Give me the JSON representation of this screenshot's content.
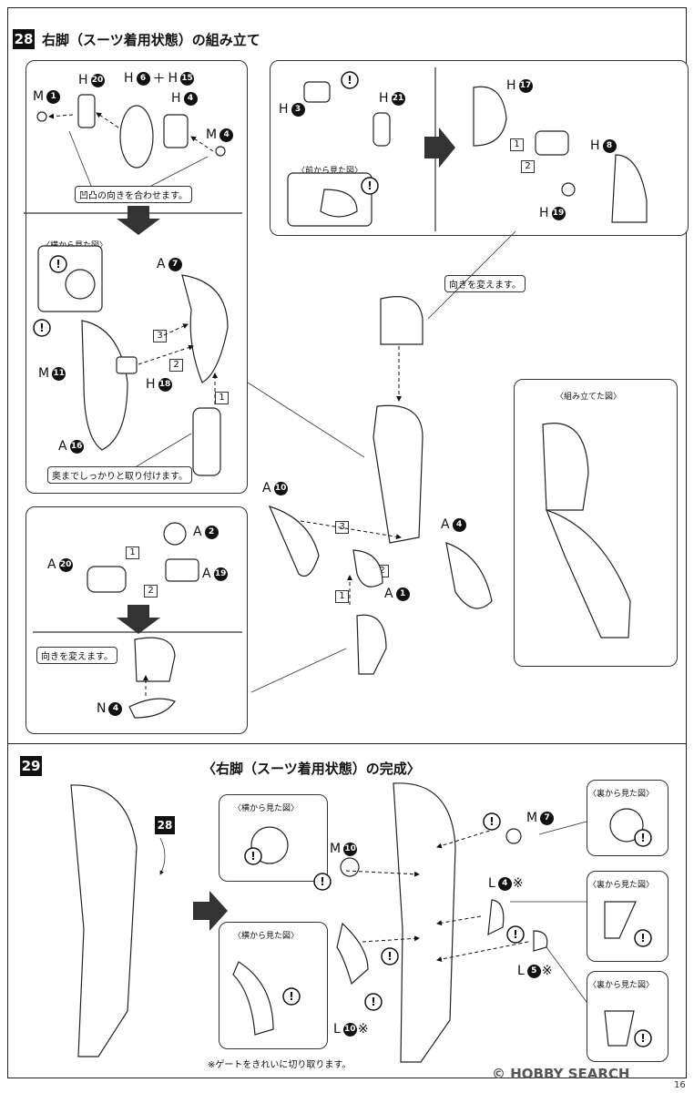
{
  "step28": {
    "number": "28",
    "title": "右脚（スーツ着用状態）の組み立て",
    "notes": {
      "align_notch": "凹凸の向きを合わせます。",
      "attach_fully": "奥までしっかりと取り付けます。",
      "change_direction_top": "向きを変えます。",
      "change_direction_bottom": "向きを変えます。"
    },
    "view_labels": {
      "side_view": "〈横から見た図〉",
      "front_view": "〈前から見た図〉",
      "assembled_view": "〈組み立てた図〉"
    },
    "parts": [
      {
        "letter": "M",
        "num": "1"
      },
      {
        "letter": "H",
        "num": "20"
      },
      {
        "letter": "H",
        "num": "6",
        "plus_letter": "H",
        "plus_num": "15"
      },
      {
        "letter": "H",
        "num": "4"
      },
      {
        "letter": "M",
        "num": "4"
      },
      {
        "letter": "H",
        "num": "3"
      },
      {
        "letter": "H",
        "num": "21"
      },
      {
        "letter": "H",
        "num": "17"
      },
      {
        "letter": "H",
        "num": "8"
      },
      {
        "letter": "H",
        "num": "19"
      },
      {
        "letter": "A",
        "num": "7"
      },
      {
        "letter": "M",
        "num": "11"
      },
      {
        "letter": "H",
        "num": "18"
      },
      {
        "letter": "A",
        "num": "16"
      },
      {
        "letter": "A",
        "num": "10"
      },
      {
        "letter": "A",
        "num": "4"
      },
      {
        "letter": "A",
        "num": "1"
      },
      {
        "letter": "A",
        "num": "2"
      },
      {
        "letter": "A",
        "num": "20"
      },
      {
        "letter": "A",
        "num": "19"
      },
      {
        "letter": "N",
        "num": "4"
      }
    ],
    "order_steps": [
      "1",
      "2",
      "3"
    ]
  },
  "step29": {
    "number": "29",
    "title": "〈右脚（スーツ着用状態）の完成〉",
    "ref_badge": "28",
    "view_labels": {
      "side_view_1": "〈横から見た図〉",
      "side_view_2": "〈横から見た図〉",
      "back_view_1": "〈裏から見た図〉",
      "back_view_2": "〈裏から見た図〉",
      "back_view_3": "〈裏から見た図〉"
    },
    "parts": [
      {
        "letter": "M",
        "num": "7"
      },
      {
        "letter": "M",
        "num": "10"
      },
      {
        "letter": "L",
        "num": "4",
        "mark": "※"
      },
      {
        "letter": "L",
        "num": "5",
        "mark": "※"
      },
      {
        "letter": "L",
        "num": "10",
        "mark": "※"
      }
    ],
    "footnote": "※ゲートをきれいに切り取ります。"
  },
  "watermark": "© HOBBY SEARCH",
  "page_number": "16"
}
